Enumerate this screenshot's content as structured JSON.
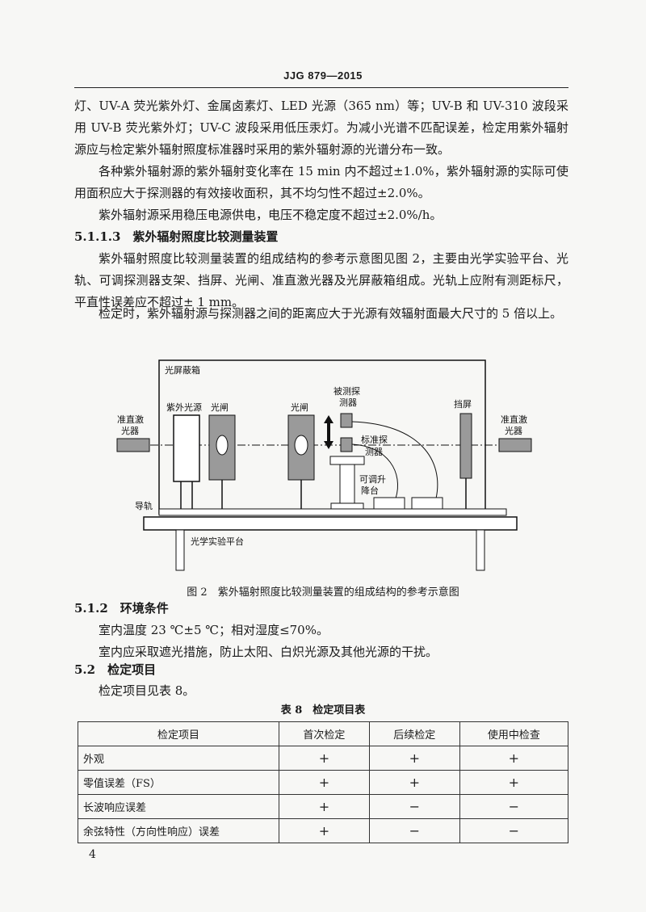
{
  "header": "JJG 879—2015",
  "paragraphs": {
    "p1": "灯、UV-A 荧光紫外灯、金属卤素灯、LED 光源（365 nm）等；UV-B 和 UV-310 波段采用 UV-B 荧光紫外灯；UV-C 波段采用低压汞灯。为减小光谱不匹配误差，检定用紫外辐射源应与检定紫外辐射照度标准器时采用的紫外辐射源的光谱分布一致。",
    "p2": "各种紫外辐射源的紫外辐射变化率在 15 min 内不超过±1.0%，紫外辐射源的实际可使用面积应大于探测器的有效接收面积，其不均匀性不超过±2.0%。",
    "p3": "紫外辐射源采用稳压电源供电，电压不稳定度不超过±2.0%/h。",
    "h1": "5.1.1.3　紫外辐射照度比较测量装置",
    "p4": "紫外辐射照度比较测量装置的组成结构的参考示意图见图 2，主要由光学实验平台、光轨、可调探测器支架、挡屏、光闸、准直激光器及光屏蔽箱组成。光轨上应附有测距标尺，平直性误差应不超过± 1 mm。",
    "p5": "检定时，紫外辐射源与探测器之间的距离应大于光源有效辐射面最大尺寸的 5 倍以上。",
    "h2": "5.1.2　环境条件",
    "p6": "室内温度 23 ℃±5 ℃；相对湿度≤70%。",
    "p7": "室内应采取遮光措施，防止太阳、白炽光源及其他光源的干扰。",
    "h3": "5.2　检定项目",
    "p8": "检定项目见表 8。"
  },
  "figure": {
    "box_label": "光屏蔽箱",
    "laser_left": [
      "准直激",
      "光器"
    ],
    "laser_right": [
      "准直激",
      "光器"
    ],
    "uv_source": "紫外光源",
    "shutter1": "光闸",
    "shutter2": "光闸",
    "detector_test": [
      "被测探",
      "测器"
    ],
    "detector_std": [
      "标准探",
      "测器"
    ],
    "stage": [
      "可调升",
      "降台"
    ],
    "screen": "挡屏",
    "rail": "导轨",
    "platform": "光学实验平台",
    "caption": "图 2　紫外辐射照度比较测量装置的组成结构的参考示意图"
  },
  "table": {
    "title": "表 8　检定项目表",
    "headers": [
      "检定项目",
      "首次检定",
      "后续检定",
      "使用中检查"
    ],
    "rows": [
      [
        "外观",
        "+",
        "+",
        "+"
      ],
      [
        "零值误差（FS）",
        "+",
        "+",
        "+"
      ],
      [
        "长波响应误差",
        "+",
        "−",
        "−"
      ],
      [
        "余弦特性（方向性响应）误差",
        "+",
        "−",
        "−"
      ]
    ]
  },
  "page_number": "4"
}
